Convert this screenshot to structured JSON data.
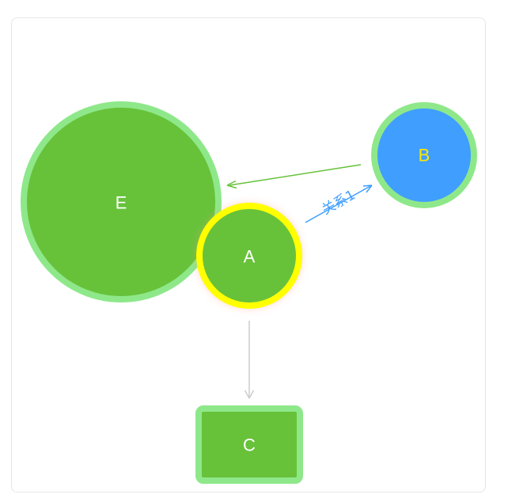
{
  "diagram": {
    "nodes": [
      {
        "id": "E",
        "label": "E",
        "shape": "circle",
        "fill": "#67c23a",
        "border": "#8ee88a",
        "text_color": "#ffffff"
      },
      {
        "id": "A",
        "label": "A",
        "shape": "circle",
        "fill": "#67c23a",
        "border": "#ffff00",
        "text_color": "#ffffff",
        "selected": true
      },
      {
        "id": "B",
        "label": "B",
        "shape": "circle",
        "fill": "#409eff",
        "border": "#8ee88a",
        "text_color": "#ffe600"
      },
      {
        "id": "C",
        "label": "C",
        "shape": "rect",
        "fill": "#67c23a",
        "border": "#8ee88a",
        "text_color": "#ffffff"
      }
    ],
    "edges": [
      {
        "from": "B",
        "to": "E",
        "color": "#67c23a",
        "label": ""
      },
      {
        "from": "A",
        "to": "B",
        "color": "#409eff",
        "label": "关系1"
      },
      {
        "from": "A",
        "to": "C",
        "color": "#cccccc",
        "label": ""
      }
    ]
  }
}
